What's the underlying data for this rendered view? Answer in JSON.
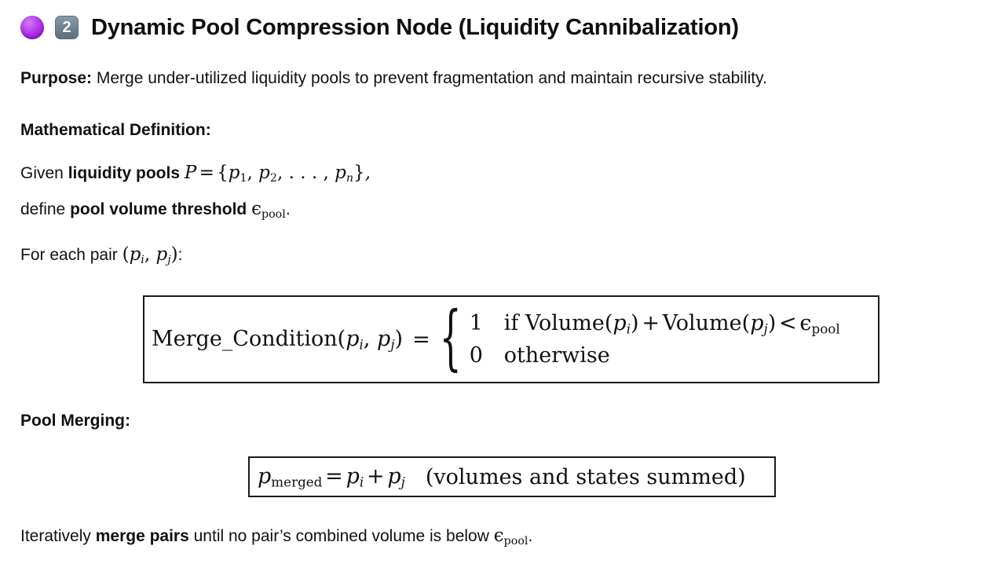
{
  "header": {
    "circle_icon": "purple-circle-emoji",
    "circle_color": "#a832e8",
    "keycap_icon": "keycap-digit-two-emoji",
    "keycap_label": "2",
    "title": "Dynamic Pool Compression Node (Liquidity Cannibalization)"
  },
  "purpose": {
    "label": "Purpose:",
    "text": "Merge under-utilized liquidity pools to prevent fragmentation and maintain recursive stability."
  },
  "sections": {
    "math_definition_heading": "Mathematical Definition:",
    "pool_merging_heading": "Pool Merging:"
  },
  "given_line": {
    "lead": "Given",
    "bold_term": "liquidity pools",
    "symbol_P": "P",
    "equals": "=",
    "set_open": "{",
    "p1": "p",
    "p1_sub": "1",
    "comma1": ",",
    "p2": "p",
    "p2_sub": "2",
    "comma2": ",",
    "ellipsis": ". . . ,",
    "pn": "p",
    "pn_sub": "n",
    "set_close": "}",
    "trailing": ","
  },
  "define_line": {
    "lead": "define",
    "bold_term": "pool volume threshold",
    "epsilon": "ϵ",
    "epsilon_sub": "pool",
    "period": "."
  },
  "for_each_line": {
    "lead": "For each pair",
    "paren_open": "(",
    "pi": "p",
    "pi_sub": "i",
    "comma": ",",
    "pj": "p",
    "pj_sub": "j",
    "paren_close": ")",
    "colon": ":"
  },
  "merge_condition_equation": {
    "function_name": "Merge_Condition",
    "paren_open": "(",
    "arg1": "p",
    "arg1_sub": "i",
    "arg_comma": ",",
    "arg2": "p",
    "arg2_sub": "j",
    "paren_close": ")",
    "equals": "=",
    "brace": "{",
    "cases": [
      {
        "value": "1",
        "condition_prefix": "if",
        "volume_fn": "Volume",
        "volume_arg_1": "p",
        "volume_arg_1_sub": "i",
        "plus": "+",
        "volume_fn_2": "Volume",
        "volume_arg_2": "p",
        "volume_arg_2_sub": "j",
        "relation": "<",
        "epsilon": "ϵ",
        "epsilon_sub": "pool"
      },
      {
        "value": "0",
        "condition_text": "otherwise"
      }
    ]
  },
  "pool_merging_equation": {
    "lhs": "p",
    "lhs_sub": "merged",
    "equals": "=",
    "rhs_1": "p",
    "rhs_1_sub": "i",
    "plus": "+",
    "rhs_2": "p",
    "rhs_2_sub": "j",
    "note": "(volumes and states summed)"
  },
  "closing_line": {
    "lead": "Iteratively",
    "bold_term": "merge pairs",
    "mid": "until no pair’s combined volume is below",
    "epsilon": "ϵ",
    "epsilon_sub": "pool",
    "period": "."
  }
}
